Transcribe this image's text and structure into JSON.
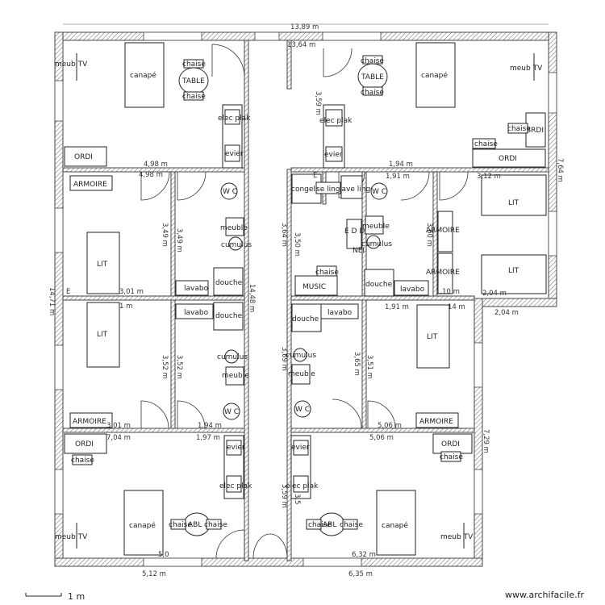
{
  "rooms": {
    "canape": "canapé",
    "chaise": "chaise",
    "table": "TABLE",
    "elec_plak": "elec plak",
    "evier": "evier",
    "ordi": "ORDI",
    "meub_tv": "meub TV",
    "armoire": "ARMOIRE",
    "lit": "LIT",
    "wc": "W C",
    "meuble": "meuble",
    "cumulus": "cumulus",
    "lavabo": "lavabo",
    "douche": "douche",
    "congel": "congel",
    "seche_linge": "se linge",
    "lave_linge": "lave linge",
    "music": "MUSIC",
    "edd": "E D D",
    "nei": "NEI",
    "bardi": "BRDI",
    "table_short": "ABL"
  },
  "dimensions": {
    "top_outer": "13,89 m",
    "top_inner": "13,64 m",
    "d_498": "4,98 m",
    "d_498b": "4,98 m",
    "d_194": "1,94 m",
    "d_191": "1,91 m",
    "d_312": "3,12 m",
    "d_764": "7,64 m",
    "d_359": "3,59 m",
    "d_349": "3,49 m",
    "d_349b": "3,49 m",
    "d_364": "3,64 m",
    "d_350": "3,50 m",
    "d_360": "3,60 m",
    "d_301": "3,01 m",
    "d_1m": "1 m",
    "d_110": "1,10 m",
    "d_14m": "14 m",
    "d_204": "2,04 m",
    "d_204b": "2,04 m",
    "d_1448": "14,48 m",
    "d_1471": "14,71 m",
    "d_352": "3,52 m",
    "d_352b": "3,52 m",
    "d_369": "3,69 m",
    "d_365": "3,65 m",
    "d_351": "3,51 m",
    "d_301b": "3,01 m",
    "d_194b": "1,94 m",
    "d_506": "5,06 m",
    "d_704": "7,04 m",
    "d_197": "1,97 m",
    "d_506b": "5,06 m",
    "d_729": "7,29 m",
    "d_359b": "3,59 m",
    "d_50": "5,0",
    "d_512": "5,12 m",
    "d_632": "6,32 m",
    "d_635": "6,35 m",
    "d_35": "3,5",
    "d_e": "E",
    "d_e2": "E"
  },
  "footer": {
    "scale": "1 m",
    "watermark": "www.archifacile.fr"
  }
}
